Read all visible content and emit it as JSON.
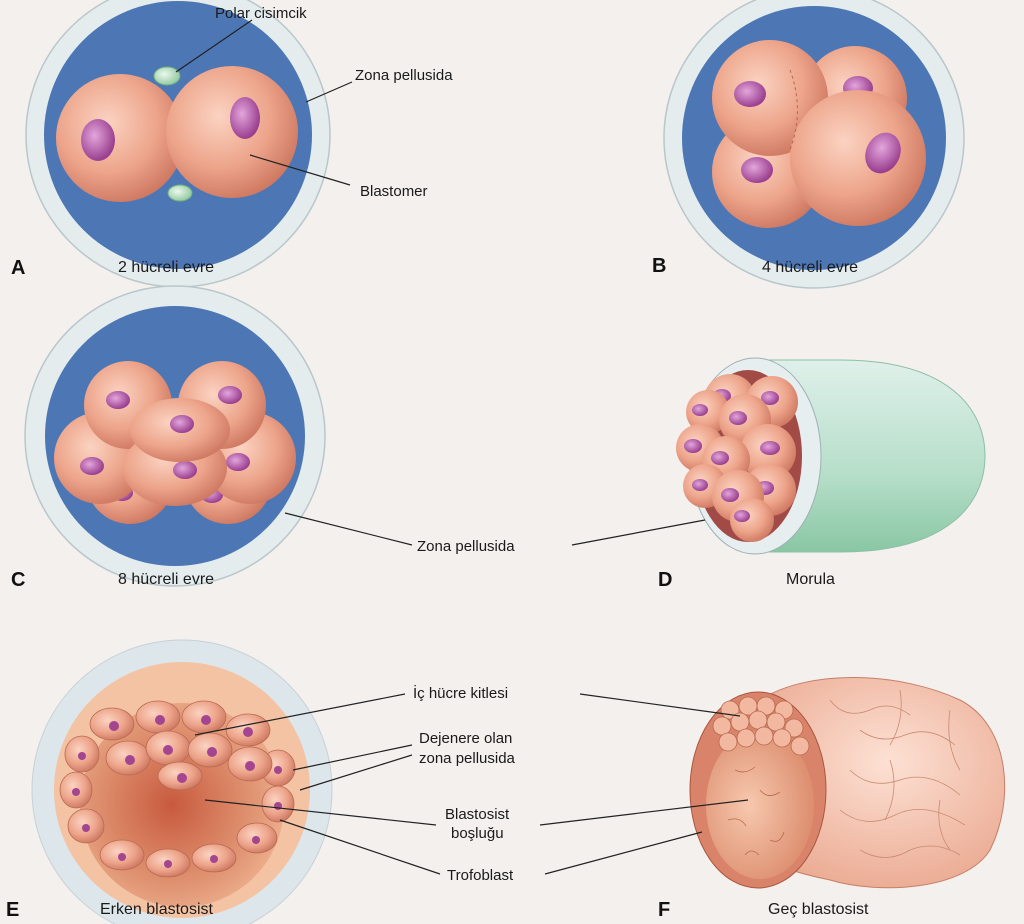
{
  "panels": {
    "a": {
      "letter": "A",
      "caption": "2 hücreli evre"
    },
    "b": {
      "letter": "B",
      "caption": "4 hücreli evre"
    },
    "c": {
      "letter": "C",
      "caption": "8 hücreli evre"
    },
    "d": {
      "letter": "D",
      "caption": "Morula"
    },
    "e": {
      "letter": "E",
      "caption": "Erken blastosist"
    },
    "f": {
      "letter": "F",
      "caption": "Geç blastosist"
    }
  },
  "labels": {
    "polar_body": "Polar cisimcik",
    "zona_a": "Zona pellusida",
    "blastomere": "Blastomer",
    "zona_cd": "Zona pellusida",
    "inner_cell_mass": "İç hücre kitlesi",
    "degenerating_zona_line1": "Dejenere olan",
    "degenerating_zona_line2": "zona pellusida",
    "blastocyst_cavity_line1": "Blastosist",
    "blastocyst_cavity_line2": "boşluğu",
    "trophoblast": "Trofoblast"
  },
  "colors": {
    "zona": "#e4ecee",
    "perivitelline": "#4d77b4",
    "cell": "#e9a48a",
    "nucleus": "#b054a0",
    "polar_body": "#bfe0c4",
    "morula_zona_outer": "#a9d8c4"
  }
}
